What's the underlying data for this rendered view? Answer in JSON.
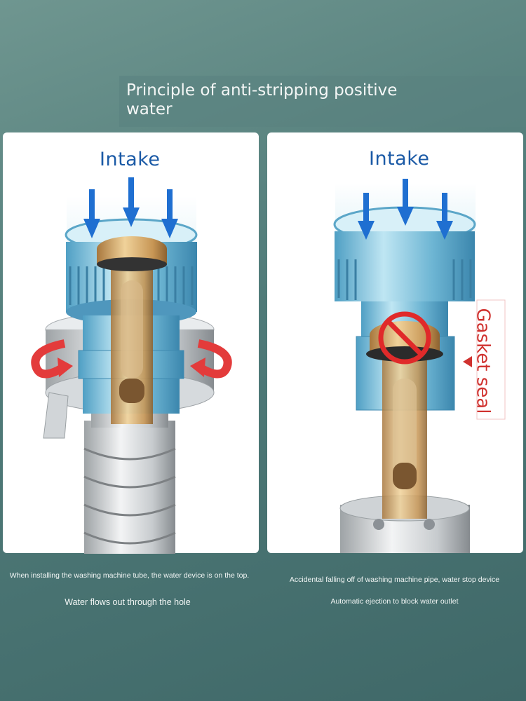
{
  "title": "Principle of anti-stripping positive water",
  "left_panel": {
    "intake_label": "Intake",
    "caption_line1": "When installing the washing machine tube, the water device is on the top.",
    "caption_line2": "Water flows out through the hole"
  },
  "right_panel": {
    "intake_label": "Intake",
    "gasket_label": "Gasket seal",
    "caption_line1": "Accidental falling off of washing machine pipe, water stop device",
    "caption_line2": "Automatic ejection to block water outlet"
  },
  "colors": {
    "intake_text": "#1b5aa6",
    "arrow_blue": "#1f6fd1",
    "rotation_arrow_red": "#e33b3b",
    "gasket_text": "#d0322f",
    "connector_blue": "#6fb8d4",
    "brass": "#c89a5a"
  },
  "icons": [
    "down-arrow-icon",
    "rotate-arrow-icon",
    "prohibited-icon",
    "pointer-triangle-icon"
  ]
}
